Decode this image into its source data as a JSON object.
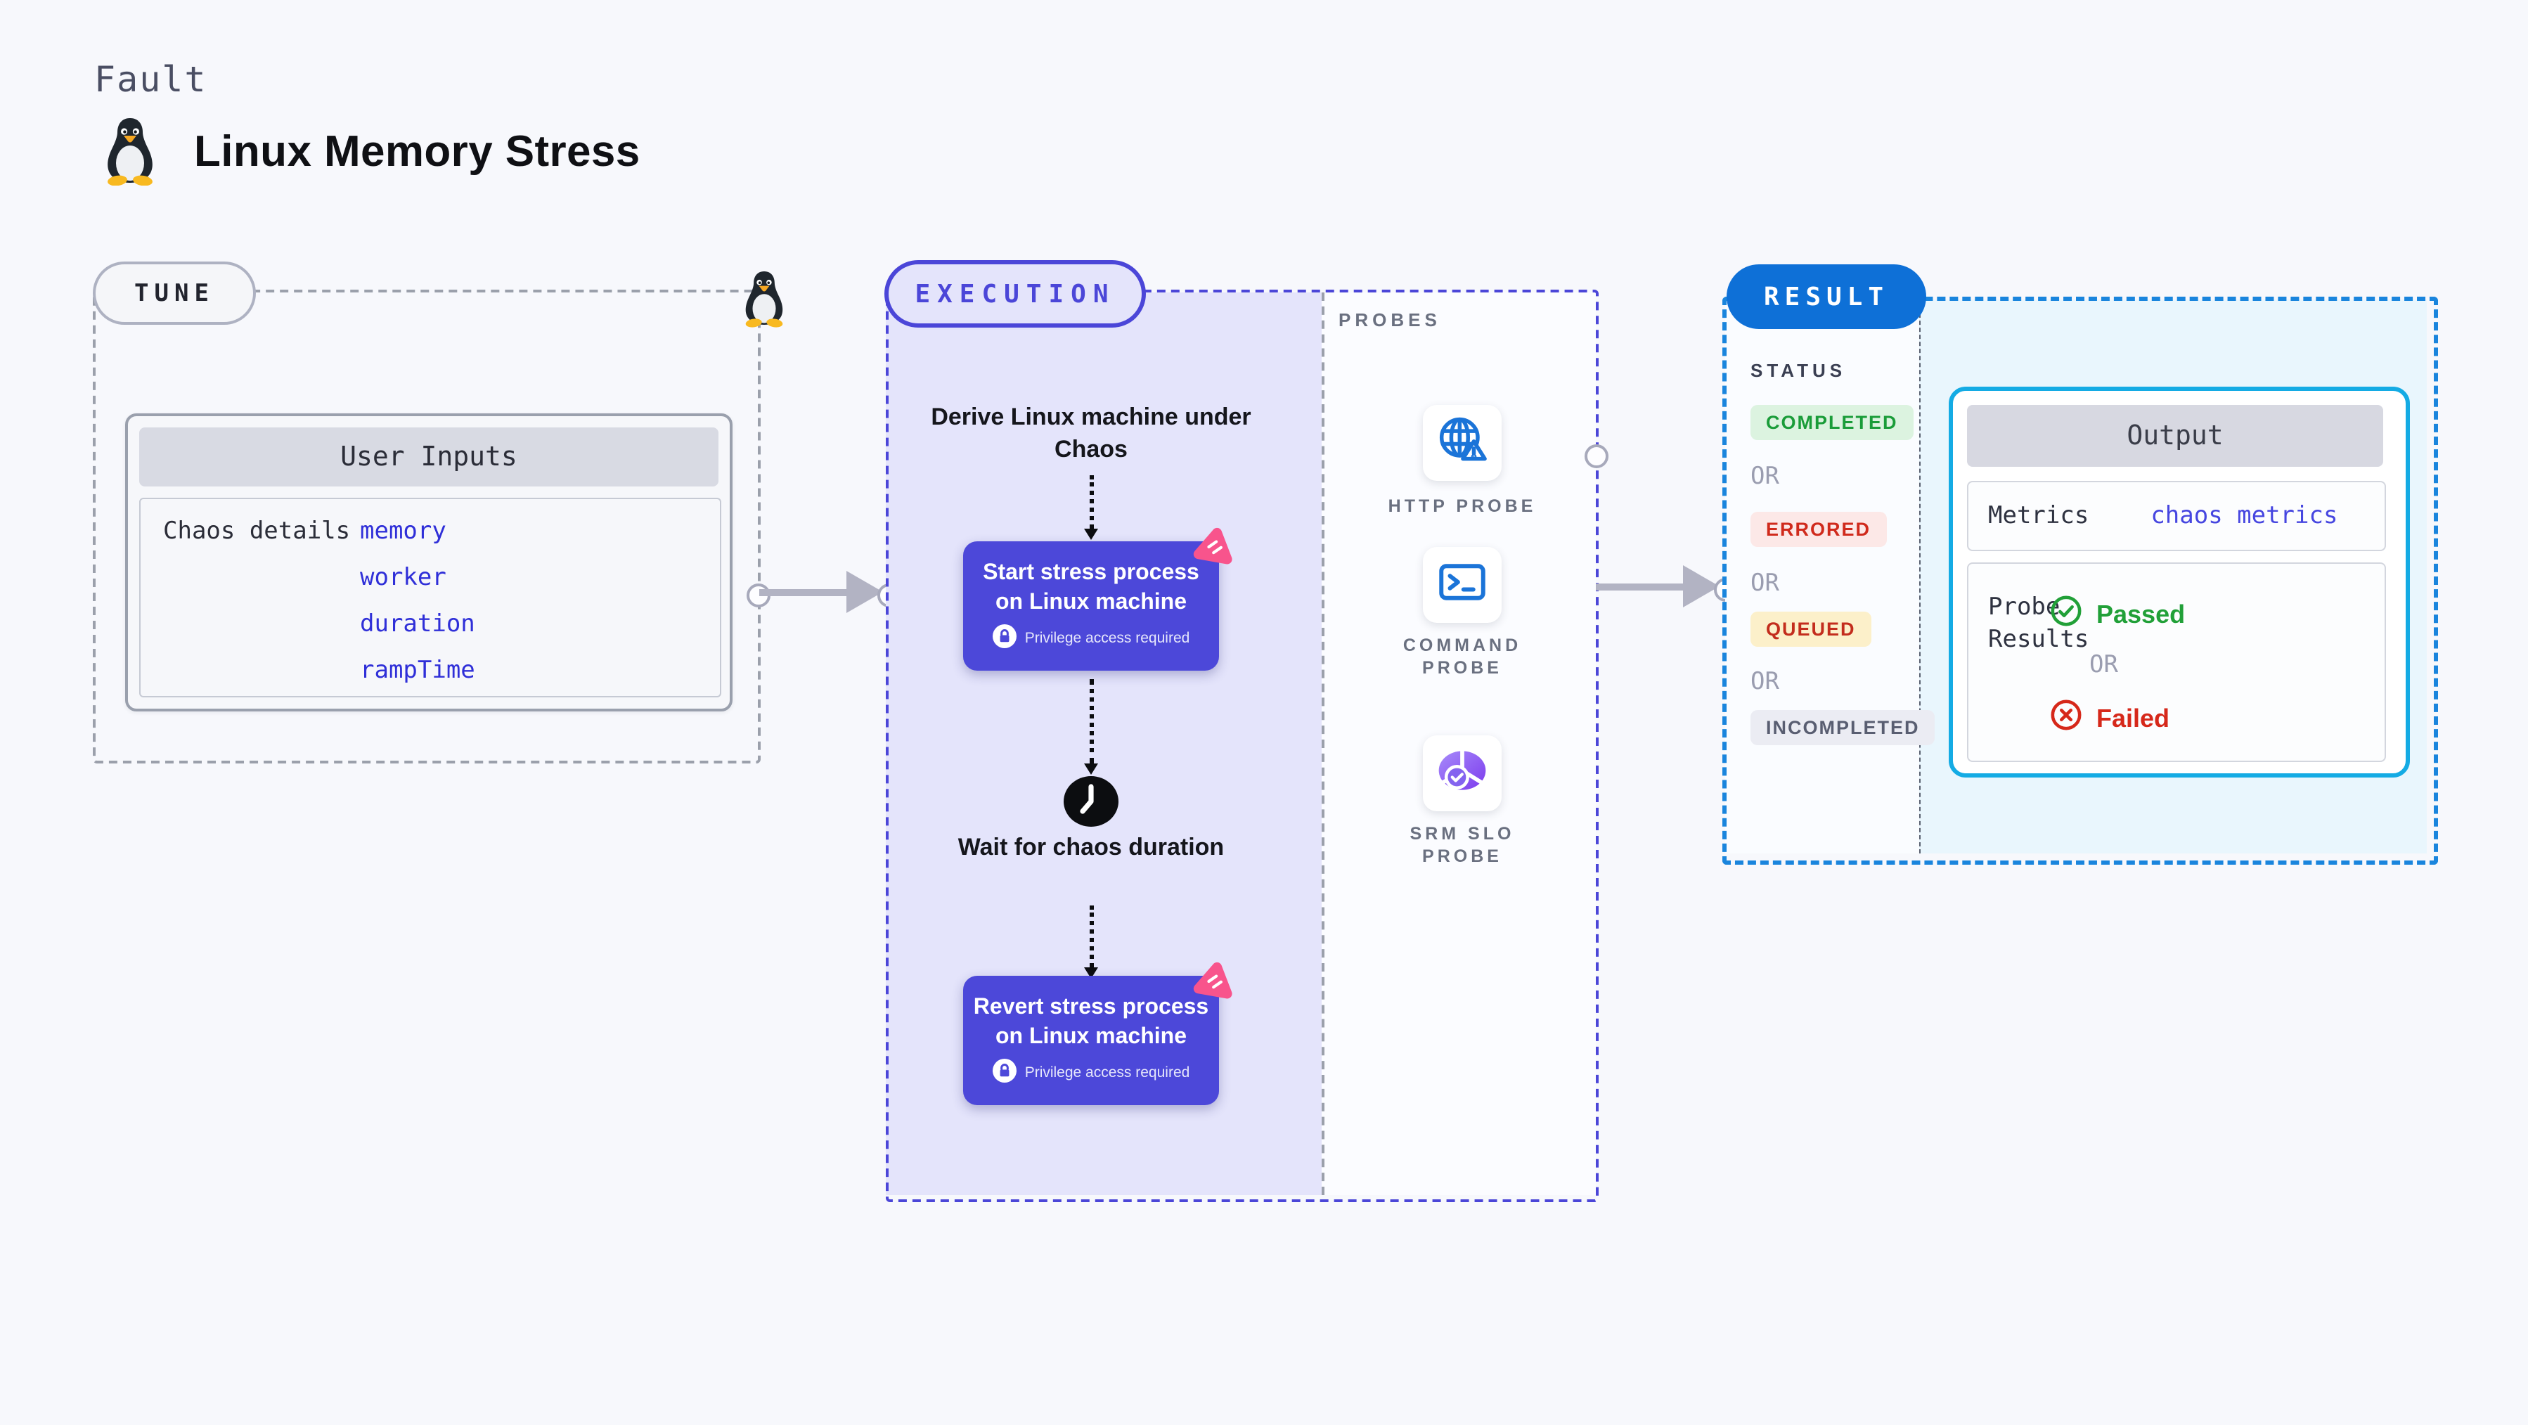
{
  "header": {
    "eyebrow": "Fault",
    "title": "Linux Memory Stress",
    "logo_icon": "linux-tux-icon"
  },
  "tune": {
    "pill": "TUNE",
    "corner_icon": "linux-tux-icon",
    "card_title": "User Inputs",
    "row_label": "Chaos details",
    "values": [
      "memory",
      "worker",
      "duration",
      "rampTime"
    ]
  },
  "execution": {
    "pill": "EXECUTION",
    "derive_label": "Derive Linux machine under Chaos",
    "wait_label": "Wait for chaos duration",
    "nodes": [
      {
        "title": "Start stress process on Linux machine",
        "privilege": "Privilege access required",
        "badge_icon": "chaos-triangle-icon",
        "lock_icon": "lock-icon"
      },
      {
        "title": "Revert stress process on Linux machine",
        "privilege": "Privilege access required",
        "badge_icon": "chaos-triangle-icon",
        "lock_icon": "lock-icon"
      }
    ],
    "clock_icon": "clock-icon"
  },
  "probes": {
    "heading": "PROBES",
    "items": [
      {
        "name": "HTTP PROBE",
        "icon": "globe-alert-icon"
      },
      {
        "name": "COMMAND PROBE",
        "icon": "terminal-icon"
      },
      {
        "name": "SRM SLO PROBE",
        "icon": "slo-pie-check-icon"
      }
    ]
  },
  "result": {
    "pill": "RESULT",
    "status_heading": "STATUS",
    "or_label": "OR",
    "statuses": [
      {
        "label": "COMPLETED",
        "fg": "#1a9c39",
        "bg": "#dcf3e0"
      },
      {
        "label": "ERRORED",
        "fg": "#d02a1c",
        "bg": "#fce8e7"
      },
      {
        "label": "QUEUED",
        "fg": "#c32d1d",
        "bg": "#fcf0ca"
      },
      {
        "label": "INCOMPLETED",
        "fg": "#595e71",
        "bg": "#ebecf3"
      }
    ],
    "output": {
      "title": "Output",
      "metrics_label": "Metrics",
      "metrics_value": "chaos metrics",
      "probe_results_label": "Probe Results",
      "passed": "Passed",
      "passed_icon": "check-circle-icon",
      "failed": "Failed",
      "failed_icon": "x-circle-icon"
    }
  },
  "colors": {
    "page_bg": "#f7f8fc",
    "tune_dash": "#9ba0ab",
    "execution_accent": "#4b46d8",
    "execution_fill": "#e4e4fb",
    "node_fill": "#4c48d9",
    "chaos_badge_pink": "#f8548c",
    "probe_icon_blue": "#1b74d8",
    "srm_purple": "#7c58ee",
    "result_dash": "#1a85dd",
    "result_pill": "#0e70d7",
    "output_border": "#14abe4",
    "result_fill": "#e9f6fd",
    "arrow_gray": "#b2b3c3",
    "link_blue": "#2f2fd8",
    "passed_green": "#21a038",
    "failed_red": "#d6281a"
  }
}
